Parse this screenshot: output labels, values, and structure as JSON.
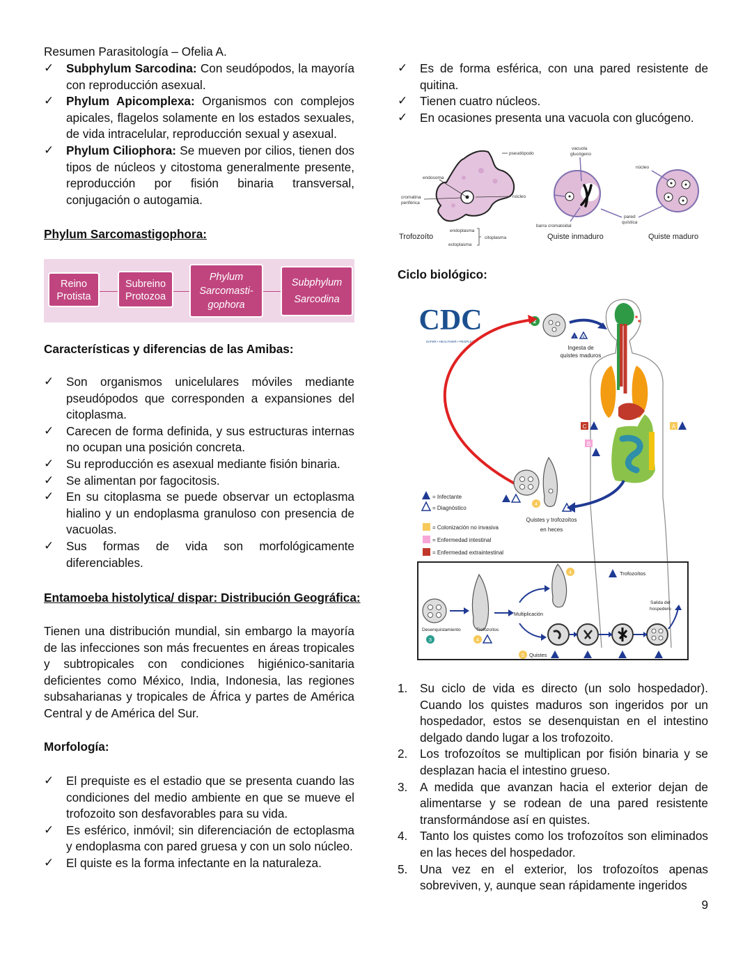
{
  "header": {
    "title": "Resumen Parasitología – Ofelia A."
  },
  "left": {
    "intro_bullets": [
      {
        "bold": "Subphylum Sarcodina:",
        "text": " Con seudópodos, la mayoría con reproducción asexual."
      },
      {
        "bold": "Phylum Apicomplexa:",
        "text": " Organismos con complejos apicales, flagelos solamente en los estados sexuales, de vida intracelular, reproducción sexual y asexual."
      },
      {
        "bold": "Phylum Ciliophora:",
        "text": " Se mueven por cilios, tienen dos tipos de núcleos y citostoma generalmente presente, reproducción por fisión binaria transversal, conjugación o autogamia."
      }
    ],
    "sarcomastigophora_title": "Phylum Sarcomastigophora:",
    "taxonomy": {
      "box1_l1": "Reino",
      "box1_l2": "Protista",
      "box2_l1": "Subreino",
      "box2_l2": "Protozoa",
      "box3_l1": "Phylum",
      "box3_l2": "Sarcomasti-",
      "box3_l3": "gophora",
      "box4_l1": "Subphylum",
      "box4_l2": "Sarcodina",
      "bg_color": "#efd7e8",
      "box_color": "#c0457f"
    },
    "amibas_title": "Características y diferencias de las Amibas:",
    "amibas_bullets": [
      "Son organismos unicelulares móviles mediante pseudópodos que corresponden a expansiones del citoplasma.",
      "Carecen de forma definida, y sus estructuras internas no ocupan una posición concreta.",
      "Su reproducción es asexual mediante fisión binaria.",
      "Se alimentan por fagocitosis.",
      "En su citoplasma se puede observar un ectoplasma hialino y un endoplasma granuloso con presencia de vacuolas.",
      "Sus formas de vida son morfológicamente diferenciables."
    ],
    "geo_title": "Entamoeba histolytica/ dispar: Distribución Geográfica:",
    "geo_text": "Tienen una distribución mundial, sin embargo la mayoría de las infecciones son más frecuentes en áreas tropicales y subtropicales con condiciones higiénico-sanitaria deficientes como México, India, Indonesia, las regiones subsaharianas y tropicales de África y partes de América Central y de América del Sur.",
    "morfo_title": "Morfología:",
    "morfo_bullets": [
      "El prequiste es el estadio que se presenta cuando las condiciones del medio ambiente en que se mueve el trofozoito son desfavorables para su vida.",
      "Es esférico, inmóvil; sin diferenciación de ectoplasma y endoplasma con pared gruesa y con un solo núcleo.",
      "El quiste es la forma infectante en la naturaleza."
    ]
  },
  "right": {
    "bullets": [
      "Es de forma esférica, con una pared resistente de quitina.",
      "Tienen cuatro núcleos.",
      "En ocasiones presenta una vacuola con glucógeno."
    ],
    "morph_figure": {
      "pseudopodo": "pseudópodo",
      "vacuola": "vacuola",
      "glucogeno": "glucógeno",
      "nucleo_top": "núcleo",
      "endosoma": "endosoma",
      "cromatina": "cromatina",
      "periferica": "periférica",
      "nucleo": "núcleo",
      "barra": "barra cromatoidal",
      "pared": "pared",
      "quistica": "quística",
      "endoplasma": "endoplasma",
      "ectoplasma": "ectoplasma",
      "citoplasma": "citoplasma",
      "trofozoito": "Trofozoíto",
      "quiste_inmaduro": "Quiste inmaduro",
      "quiste_maduro": "Quiste maduro"
    },
    "ciclo_title": "Ciclo biológico:",
    "cycle_figure": {
      "logo": "CDC",
      "logo_sub": "SAFER • HEALTHIER • PEOPLE™",
      "ingesta_l1": "Ingesta de",
      "ingesta_l2": "quistes maduros",
      "legend_infectante": "= Infectante",
      "legend_diagnostico": "= Diagnóstico",
      "legend_a": "= Colonización no invasiva",
      "legend_b": "= Enfermedad intestinal",
      "legend_c": "= Enfermedad extraintestinal",
      "heces_l1": "Quistes y trofozoítos",
      "heces_l2": "en heces",
      "trofozoitos": "Trofozoítos",
      "multiplicacion": "Multiplicación",
      "desenquistamiento": "Desenquistamiento",
      "trofozoitos_small": "Trofozoítos",
      "salida_l1": "Salida del",
      "salida_l2": "hospedero",
      "quistes": "Quistes",
      "n1": "1",
      "n2": "2",
      "n3": "3",
      "n4": "4",
      "n5": "5",
      "la": "A",
      "lb": "B",
      "lc": "C",
      "ld": "d",
      "li": "i"
    },
    "numbered": [
      "Su ciclo de vida es directo (un solo hospedador). Cuando los quistes maduros son ingeridos por un hospedador, estos se desenquistan en el intestino delgado dando lugar a los trofozoito.",
      "Los trofozoítos se multiplican por fisión binaria y se desplazan hacia el intestino grueso.",
      "A medida que avanzan hacia el exterior dejan de alimentarse y se rodean de una pared resistente transformándose así en quistes.",
      "Tanto los quistes como los trofozoítos son eliminados en las heces del hospedador.",
      "Una vez en el exterior, los trofozoítos apenas sobreviven, y, aunque sean rápidamente ingeridos"
    ],
    "numbered_labels": [
      "1.",
      "2.",
      "3.",
      "4.",
      "5."
    ]
  },
  "footer": {
    "page_number": "9"
  },
  "icons": {
    "check": "✓"
  }
}
